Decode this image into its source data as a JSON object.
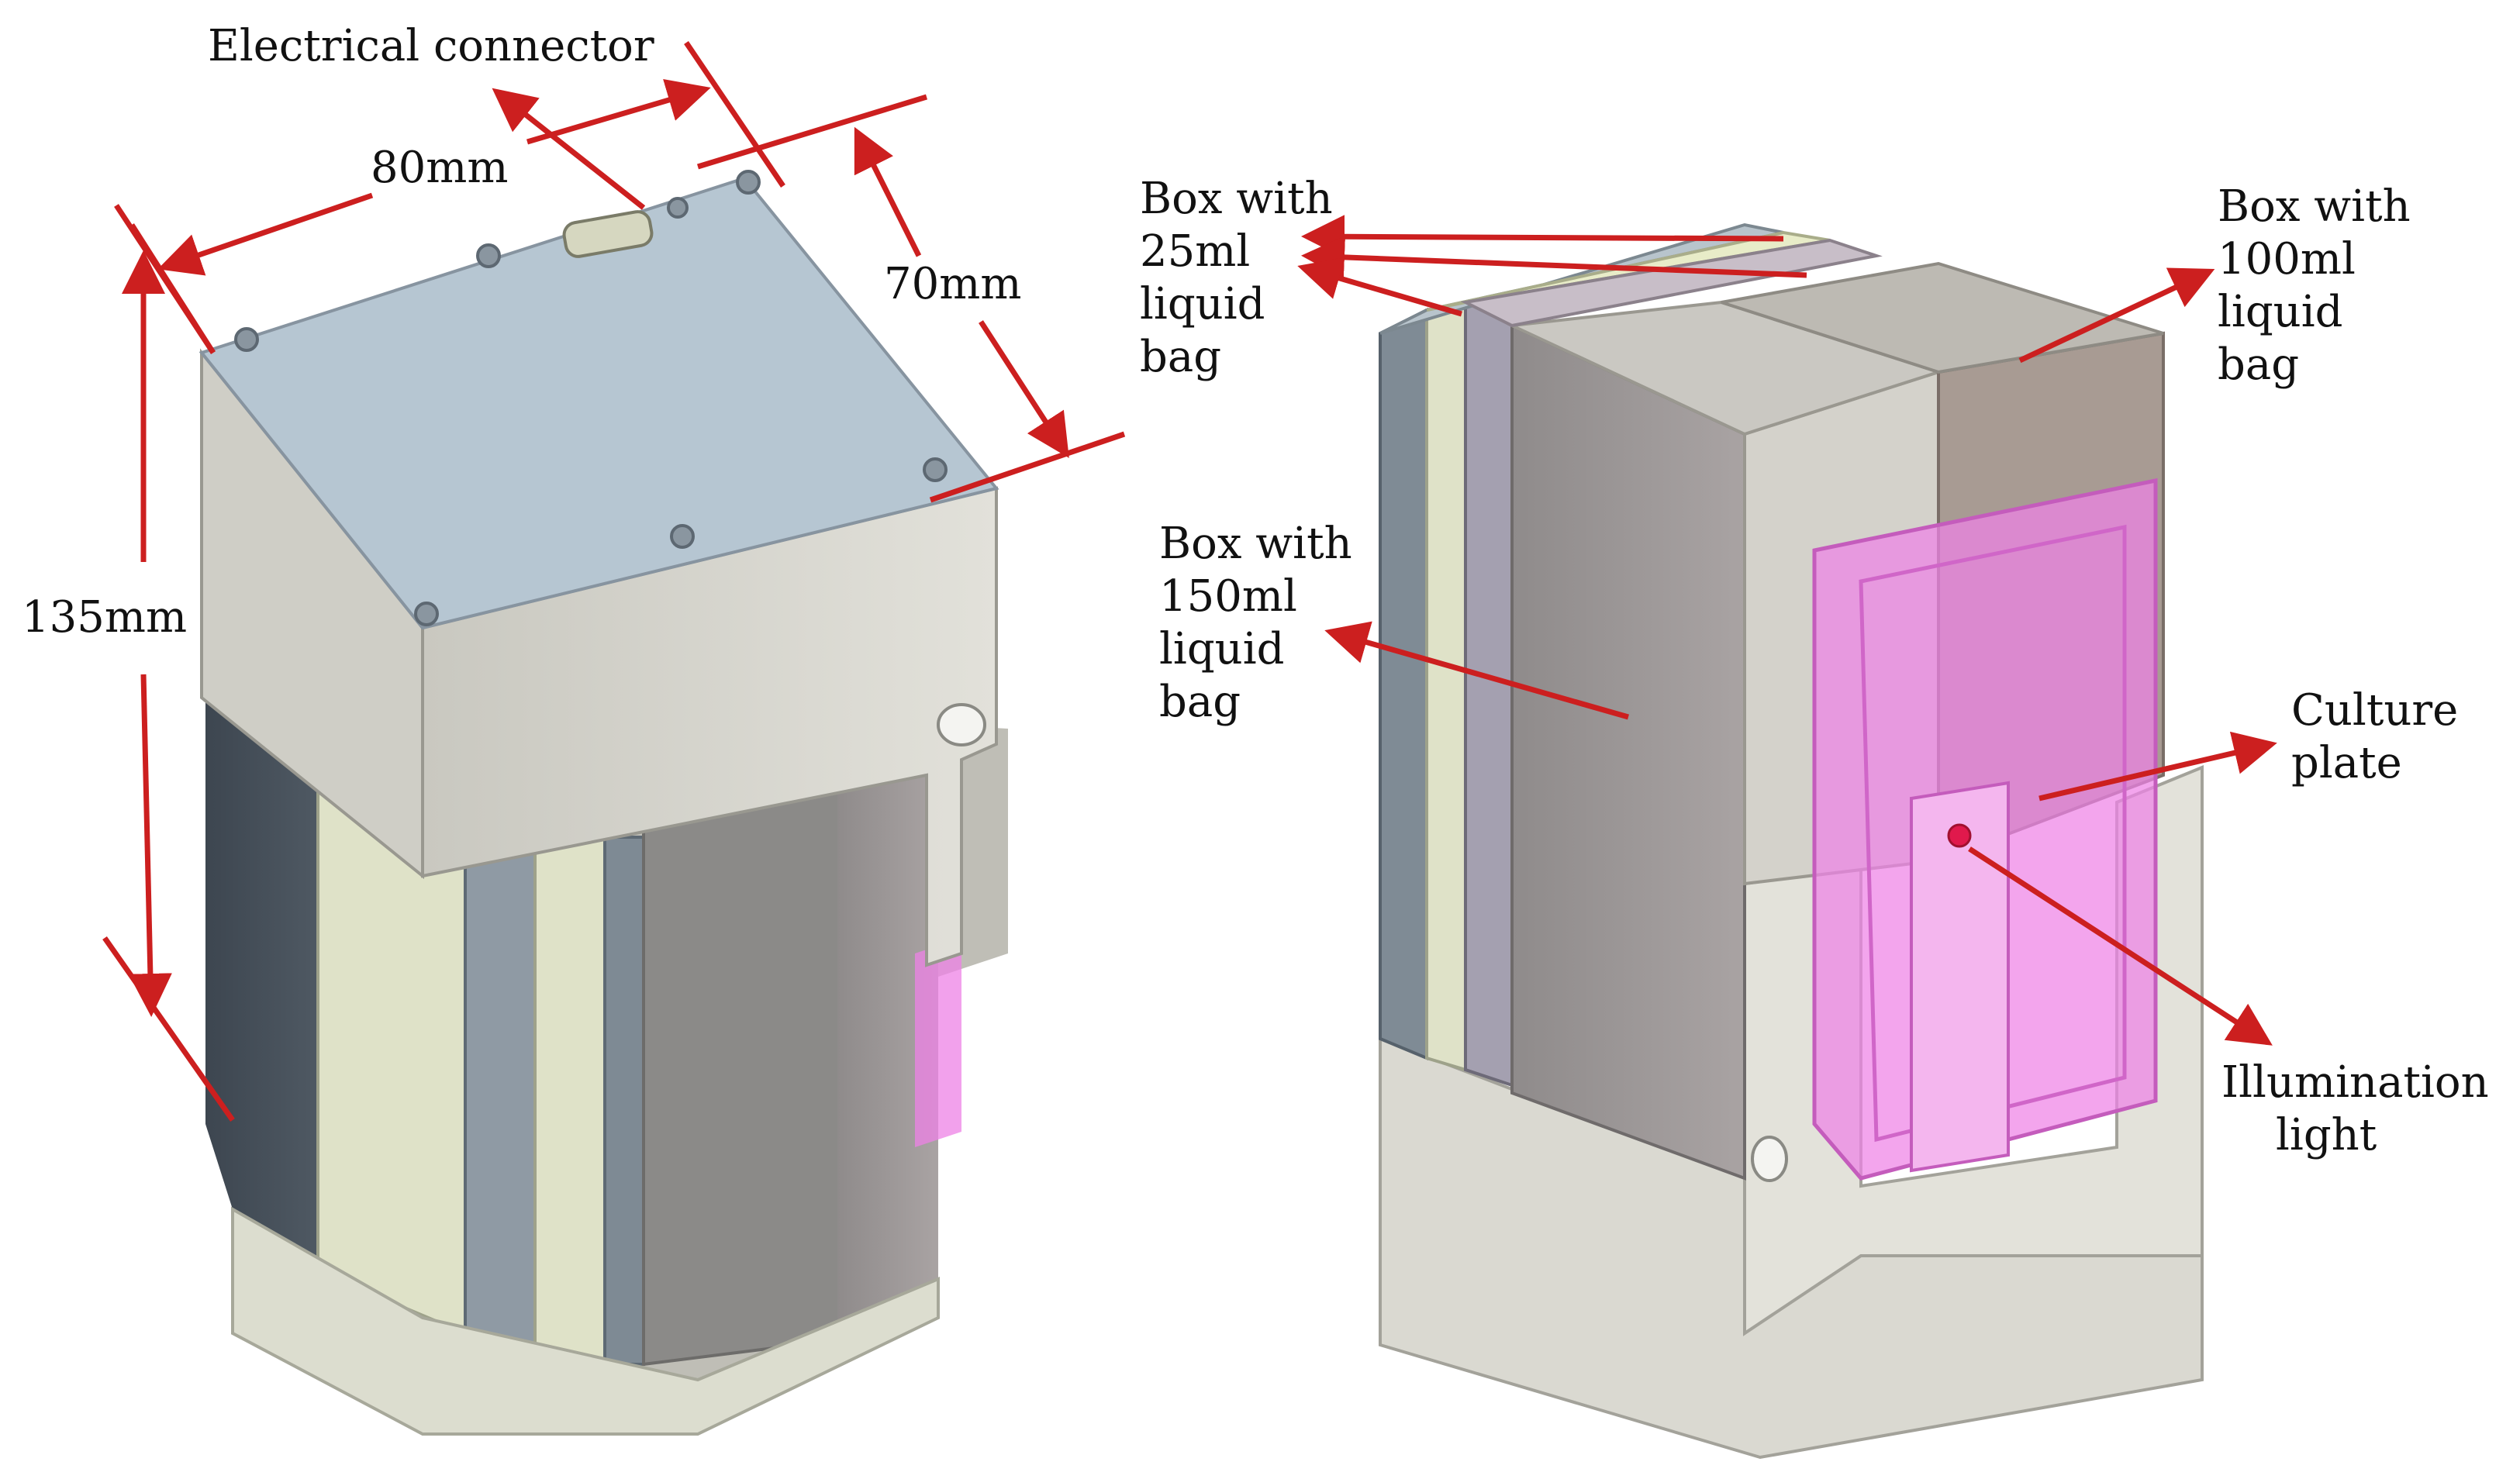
{
  "colors": {
    "annotation_red": "#cc1f1f",
    "lid_top": "#b6c6d2",
    "housing_light": "#d9d8d1",
    "housing_mid": "#bdbcb4",
    "bag_green": "#dfe2c8",
    "bag_slate": "#8e9aa4",
    "box_mauve": "#a89b9b",
    "culture_pink": "#ee82e6"
  },
  "left_view": {
    "label_connector": "Electrical connector",
    "dim_width": "80mm",
    "dim_depth": "70mm",
    "dim_height": "135mm"
  },
  "right_view": {
    "label_box25": [
      "Box with",
      "25ml",
      "liquid",
      "bag"
    ],
    "label_box100": [
      "Box with",
      "100ml",
      "liquid",
      "bag"
    ],
    "label_box150": [
      "Box with",
      "150ml",
      "liquid",
      "bag"
    ],
    "label_culture": [
      "Culture",
      "plate"
    ],
    "label_light": [
      "Illumination",
      "light"
    ]
  }
}
